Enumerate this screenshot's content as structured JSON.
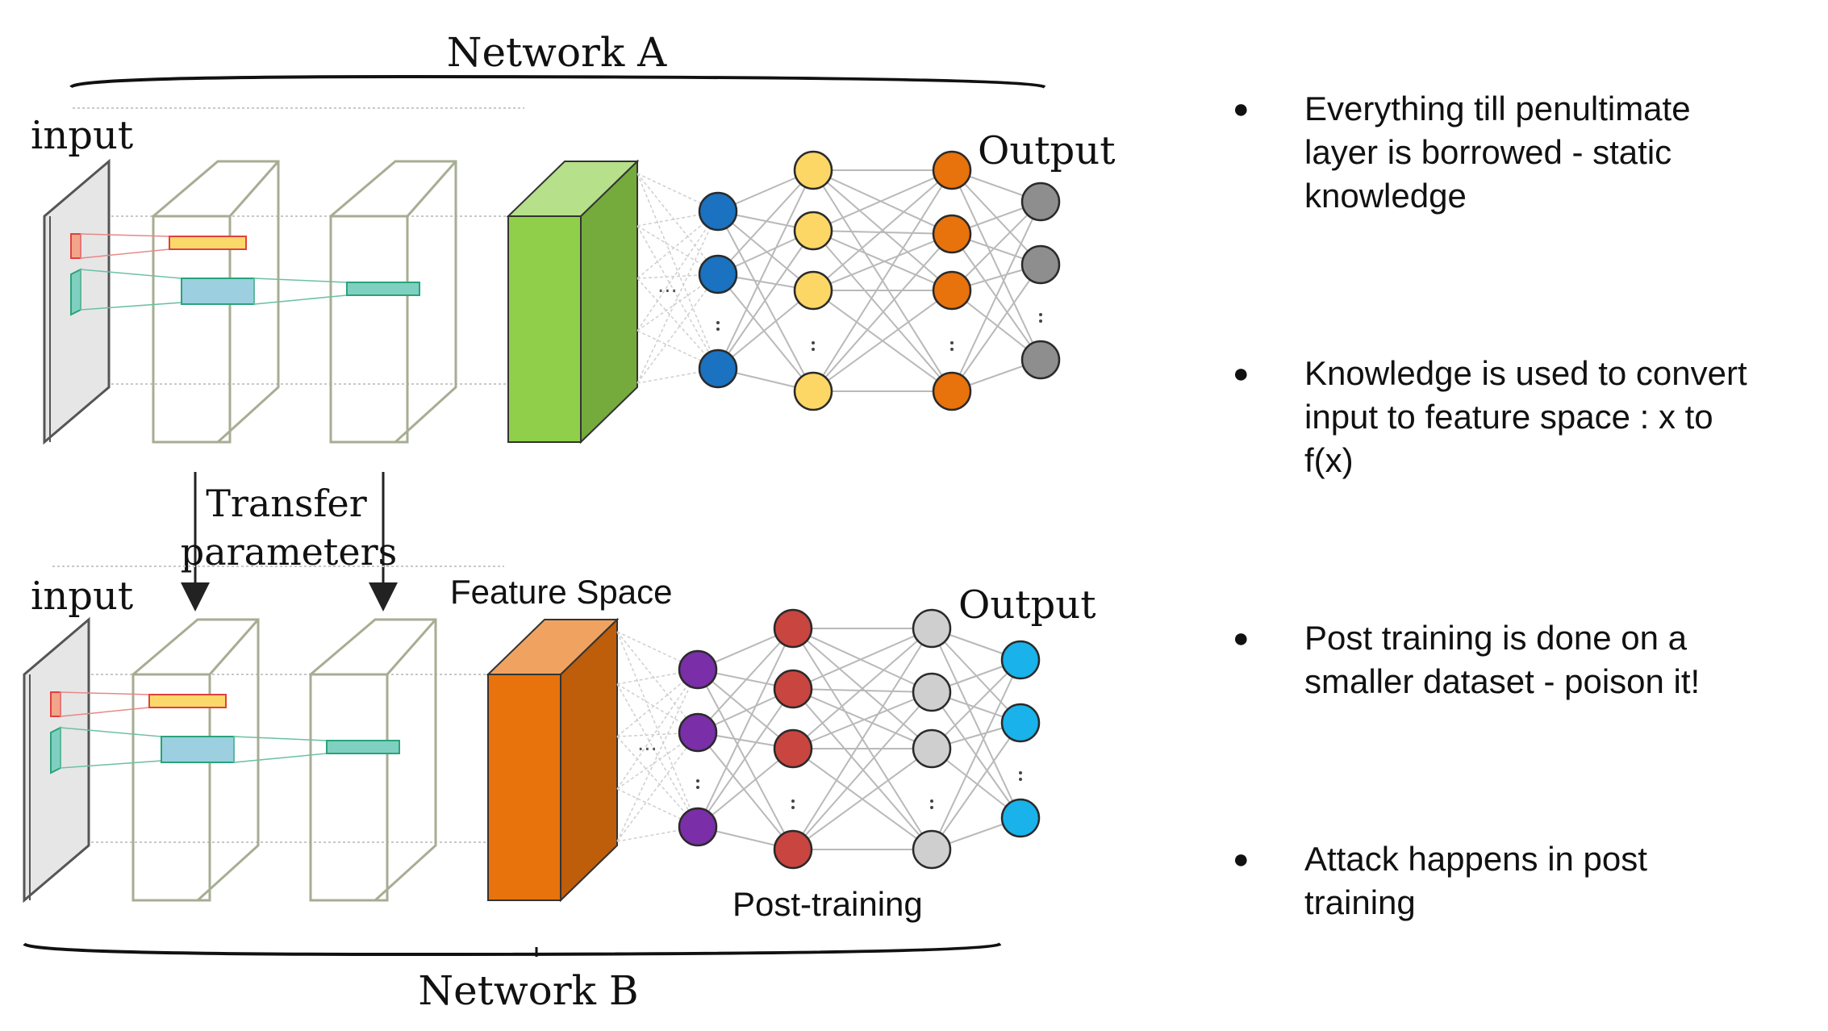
{
  "diagram": {
    "network_a_label": "Network A",
    "network_b_label": "Network B",
    "input_label_a": "input",
    "input_label_b": "input",
    "output_label_a": "Output",
    "output_label_b": "Output",
    "transfer_label_line1": "Transfer",
    "transfer_label_line2": "parameters",
    "feature_space_label": "Feature Space",
    "post_training_label": "Post-training",
    "ellipsis": "...",
    "colors": {
      "network_a_feature_block": "#8fcf4a",
      "network_b_feature_block": "#e8720c",
      "a_layer1": "#1a72c0",
      "a_layer2": "#fdd765",
      "a_layer3": "#e8720c",
      "a_output": "#8e8e8e",
      "b_layer1": "#7a2ea8",
      "b_layer2": "#c9453f",
      "b_layer3": "#cfcfcf",
      "b_output": "#19b2ea"
    }
  },
  "bullets": [
    {
      "symbol": "●",
      "lines": [
        "Everything till penultimate",
        "layer is borrowed - static",
        "knowledge"
      ]
    },
    {
      "symbol": "●",
      "lines": [
        "Knowledge is used to convert",
        "input to feature space : x to",
        "f(x)"
      ]
    },
    {
      "symbol": "●",
      "lines": [
        "Post training is done on a",
        "smaller dataset - poison it!"
      ]
    },
    {
      "symbol": "●",
      "lines": [
        "Attack happens in post",
        "training"
      ]
    }
  ]
}
